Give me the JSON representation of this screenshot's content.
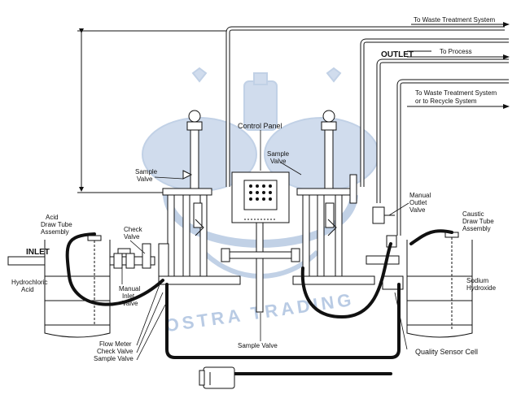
{
  "labels": {
    "to_waste_top": "To Waste Treatment System",
    "outlet": "OUTLET",
    "to_process": "To Process",
    "to_waste_recycle_1": "To Waste Treatment System",
    "to_waste_recycle_2": "or to Recycle System",
    "control_panel": "Control Panel",
    "sample_valve_center_1": "Sample",
    "sample_valve_center_2": "Valve",
    "sample_valve_left_1": "Sample",
    "sample_valve_left_2": "Valve",
    "acid_draw_1": "Acid",
    "acid_draw_2": "Draw Tube",
    "acid_draw_3": "Assembly",
    "check_valve_1": "Check",
    "check_valve_2": "Valve",
    "inlet": "INLET",
    "hydrochloric_1": "Hydrochloric",
    "hydrochloric_2": "Acid",
    "manual_inlet_1": "Manual",
    "manual_inlet_2": "Inlet",
    "manual_inlet_3": "Valve",
    "flow_meter": "Flow Meter",
    "check_valve_low": "Check Valve",
    "sample_valve_low": "Sample Valve",
    "sample_valve_bottom": "Sample Valve",
    "quality_sensor": "Quality Sensor Cell",
    "manual_outlet_1": "Manual",
    "manual_outlet_2": "Outlet",
    "manual_outlet_3": "Valve",
    "caustic_1": "Caustic",
    "caustic_2": "Draw Tube",
    "caustic_3": "Assembly",
    "sodium_1": "Sodium",
    "sodium_2": "Hydroxide"
  },
  "watermark": {
    "text": "OSTRA TRADING",
    "color": "#a9bfdc"
  }
}
